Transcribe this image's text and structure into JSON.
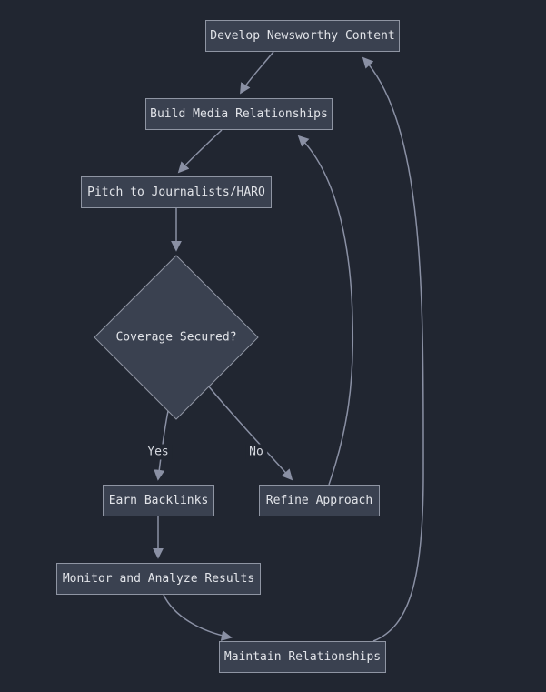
{
  "diagram_type": "flowchart",
  "nodes": {
    "develop": {
      "label": "Develop Newsworthy Content"
    },
    "build": {
      "label": "Build Media Relationships"
    },
    "pitch": {
      "label": "Pitch to Journalists/HARO"
    },
    "decision": {
      "label": "Coverage Secured?"
    },
    "earn": {
      "label": "Earn Backlinks"
    },
    "refine": {
      "label": "Refine Approach"
    },
    "monitor": {
      "label": "Monitor and Analyze Results"
    },
    "maintain": {
      "label": "Maintain Relationships"
    }
  },
  "edge_labels": {
    "yes": "Yes",
    "no": "No"
  },
  "edges": [
    {
      "from": "Develop Newsworthy Content",
      "to": "Build Media Relationships",
      "label": ""
    },
    {
      "from": "Build Media Relationships",
      "to": "Pitch to Journalists/HARO",
      "label": ""
    },
    {
      "from": "Pitch to Journalists/HARO",
      "to": "Coverage Secured?",
      "label": ""
    },
    {
      "from": "Coverage Secured?",
      "to": "Earn Backlinks",
      "label": "Yes"
    },
    {
      "from": "Coverage Secured?",
      "to": "Refine Approach",
      "label": "No"
    },
    {
      "from": "Refine Approach",
      "to": "Build Media Relationships",
      "label": ""
    },
    {
      "from": "Earn Backlinks",
      "to": "Monitor and Analyze Results",
      "label": ""
    },
    {
      "from": "Monitor and Analyze Results",
      "to": "Maintain Relationships",
      "label": ""
    },
    {
      "from": "Maintain Relationships",
      "to": "Develop Newsworthy Content",
      "label": ""
    }
  ],
  "colors": {
    "background": "#212631",
    "node_fill": "#3a4150",
    "node_border": "#8f95a3",
    "node_text": "#e2e4e9",
    "edge": "#8a90a4"
  }
}
